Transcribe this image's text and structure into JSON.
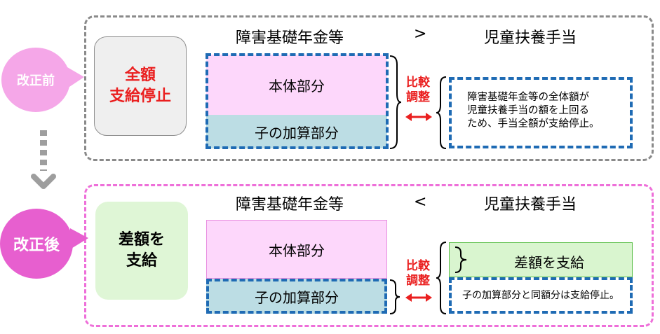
{
  "before": {
    "bubble_label": "改正前",
    "verdict_line1": "全額",
    "verdict_line2": "支給停止",
    "left_heading": "障害基礎年金等",
    "comparator": ">",
    "right_heading": "児童扶養手当",
    "main_portion": "本体部分",
    "child_addition": "子の加算部分",
    "compare_line1": "比較",
    "compare_line2": "調整",
    "note_line1": "障害基礎年金等の全体額が",
    "note_line2": "児童扶養手当の額を上回る",
    "note_line3": "ため、手当全額が支給停止。"
  },
  "after": {
    "bubble_label": "改正後",
    "verdict_line1": "差額を",
    "verdict_line2": "支給",
    "left_heading": "障害基礎年金等",
    "comparator": "<",
    "right_heading": "児童扶養手当",
    "main_portion": "本体部分",
    "child_addition": "子の加算部分",
    "compare_line1": "比較",
    "compare_line2": "調整",
    "difference_label": "差額を支給",
    "note": "子の加算部分と同額分は支給停止。"
  },
  "colors": {
    "accent_red": "#ea1f1f",
    "dash_blue": "#1f6bb4",
    "pink_border": "#ee6fd9",
    "gray_border": "#8a8a8a"
  }
}
